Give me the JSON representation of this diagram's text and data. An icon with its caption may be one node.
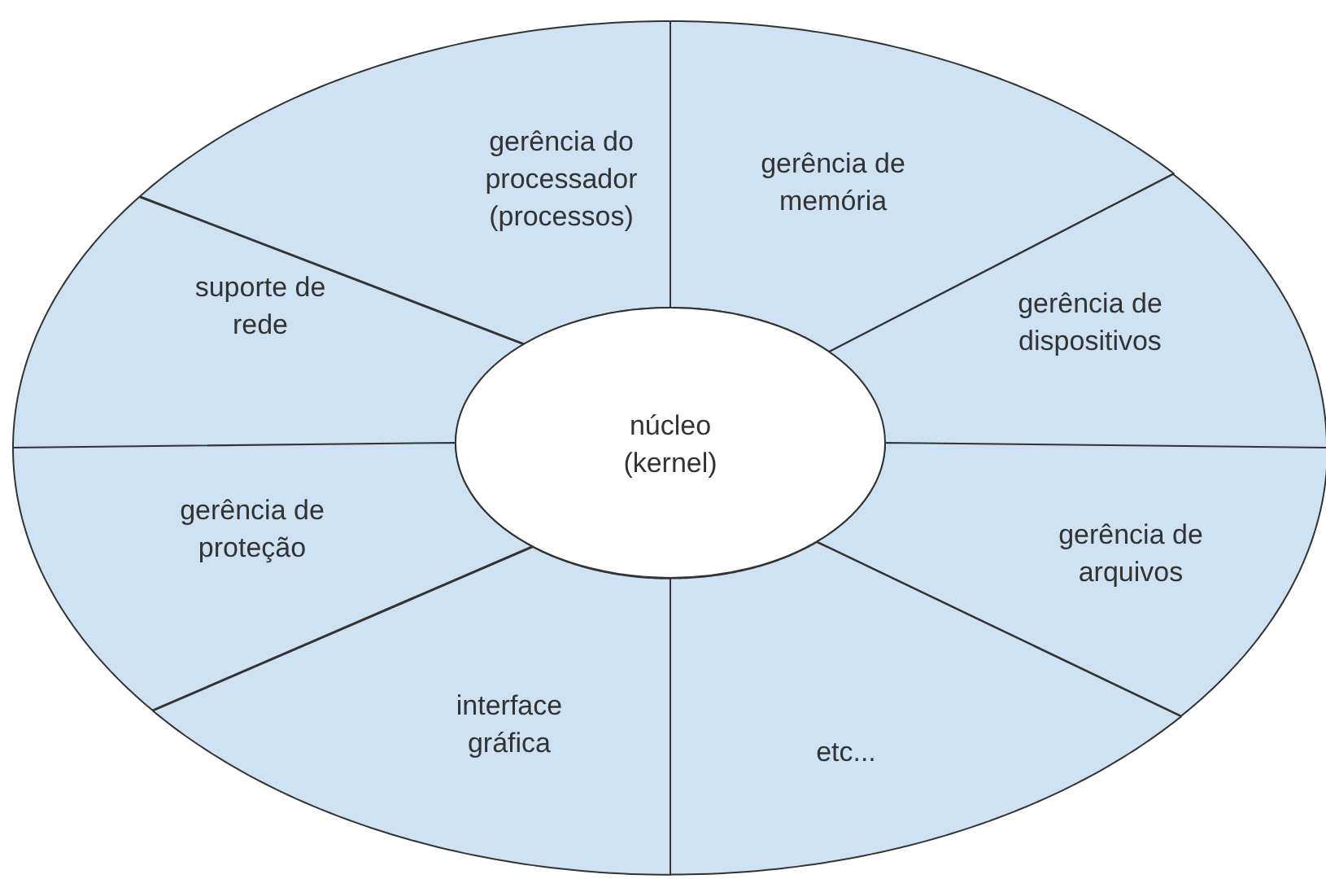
{
  "diagram": {
    "nodes": [
      {
        "text": [
          "gerência do processador (processos)"
        ]
      },
      {
        "text": [
          "gerência de memória"
        ]
      },
      {
        "text": [
          "suporte de rede"
        ]
      },
      {
        "text": [
          "gerência de dispositivos"
        ]
      },
      {
        "text": [
          "núcleo (kernel)"
        ]
      },
      {
        "text": [
          "gerência de proteção"
        ]
      },
      {
        "text": [
          "gerência de arquivos"
        ]
      },
      {
        "text": [
          "interface gráfica"
        ]
      },
      {
        "text": [
          "etc..."
        ]
      }
    ]
  }
}
